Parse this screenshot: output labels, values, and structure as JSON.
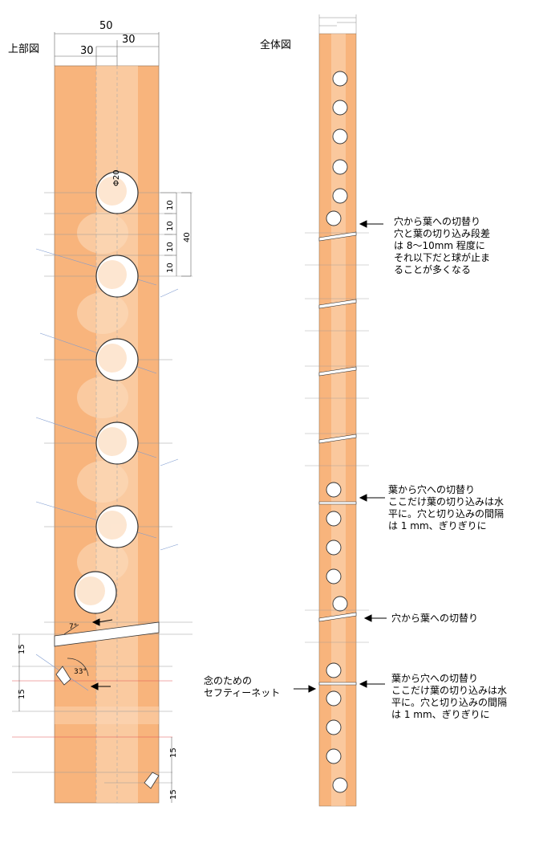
{
  "titles": {
    "top_view": "上部図",
    "overall_view": "全体図"
  },
  "dimensions": {
    "width_total": "50",
    "width_left": "30",
    "width_right": "30",
    "hole_diameter": "Φ20",
    "pitch_a": "10",
    "pitch_b": "10",
    "pitch_c": "10",
    "pitch_d": "10",
    "pitch_total": "40",
    "angle_small": "7°",
    "angle_large": "33°",
    "gap_1": "15",
    "gap_2": "15",
    "gap_3": "15",
    "gap_4": "15"
  },
  "annotations": {
    "hole_to_leaf_1": [
      "穴から葉への切替り",
      "穴と葉の切り込み段差",
      "は 8～10mm 程度に",
      "それ以下だと球が止ま",
      "ることが多くなる"
    ],
    "leaf_to_hole_1": [
      "葉から穴への切替り",
      "ここだけ葉の切り込みは水",
      "平に。穴と切り込みの間隔",
      "は 1 mm、ぎりぎりに"
    ],
    "hole_to_leaf_2": [
      "穴から葉への切替り"
    ],
    "leaf_to_hole_2": [
      "葉から穴への切替り",
      "ここだけ葉の切り込みは水",
      "平に。穴と切り込みの間隔",
      "は 1 mm、ぎりぎりに"
    ],
    "safety_net": [
      "念のための",
      "セフティーネット"
    ]
  },
  "colors": {
    "board": "#F8B47C",
    "board_light": "#FCDCBE",
    "line": "#333333",
    "guide": "#999999",
    "red": "#E05050",
    "blue": "#7E9BD0"
  }
}
